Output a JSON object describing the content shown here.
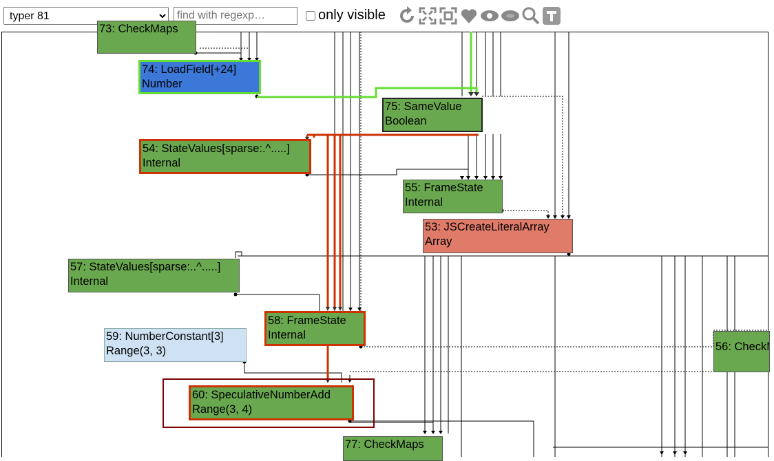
{
  "toolbar": {
    "phase_selected": "typer 81",
    "search_placeholder": "find with regexp…",
    "only_visible_label": "only visible",
    "only_visible_checked": false,
    "icons": [
      "relayout-icon",
      "show-all-icon",
      "toggle-hide-dead-icon",
      "hide-unselected-icon",
      "show-selected-icon",
      "hide-selected-icon",
      "zoom-selection-icon",
      "toggle-types-icon"
    ]
  },
  "nodes": {
    "n73": {
      "line1": "73: CheckMaps",
      "line2": ""
    },
    "n74": {
      "line1": "74: LoadField[+24]",
      "line2": "Number"
    },
    "n75": {
      "line1": "75: SameValue",
      "line2": "Boolean"
    },
    "n54": {
      "line1": "54: StateValues[sparse:.^.....]",
      "line2": "Internal"
    },
    "n55": {
      "line1": "55: FrameState",
      "line2": "Internal"
    },
    "n53": {
      "line1": "53: JSCreateLiteralArray",
      "line2": "Array"
    },
    "n57": {
      "line1": "57: StateValues[sparse:..^.....]",
      "line2": "Internal"
    },
    "n58": {
      "line1": "58: FrameState",
      "line2": "Internal"
    },
    "n59": {
      "line1": "59: NumberConstant[3]",
      "line2": "Range(3, 3)"
    },
    "n56": {
      "line1": "56: CheckM",
      "line2": ""
    },
    "n60": {
      "line1": "60: SpeculativeNumberAdd",
      "line2": "Range(3, 4)"
    },
    "n77": {
      "line1": "77: CheckMaps",
      "line2": ""
    }
  },
  "colors": {
    "node_green": "#6aa84f",
    "node_blue": "#3c78d8",
    "node_salmon": "#e07b6a",
    "node_light": "#cfe2f3",
    "highlight_green": "#66dd33",
    "highlight_red": "#cc3300",
    "selection_box": "#800000"
  }
}
